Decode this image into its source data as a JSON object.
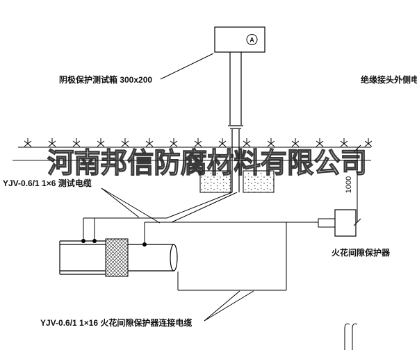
{
  "diagram": {
    "watermark": "河南邦信防腐材料有限公司",
    "test_box_label": "阴极保护测试箱 300x200",
    "ammeter_symbol": "A",
    "insulation_joint_cable_label": "绝缘接头外侧电缆",
    "test_cable_label": "YJV-0.6/1  1×6   测试电缆",
    "spark_gap_protector_label": "火花间隙保护器",
    "spark_gap_cable_label": "YJV-0.6/1  1×16   火花间隙保护器连接电缆",
    "dimension_1000": "1000"
  }
}
